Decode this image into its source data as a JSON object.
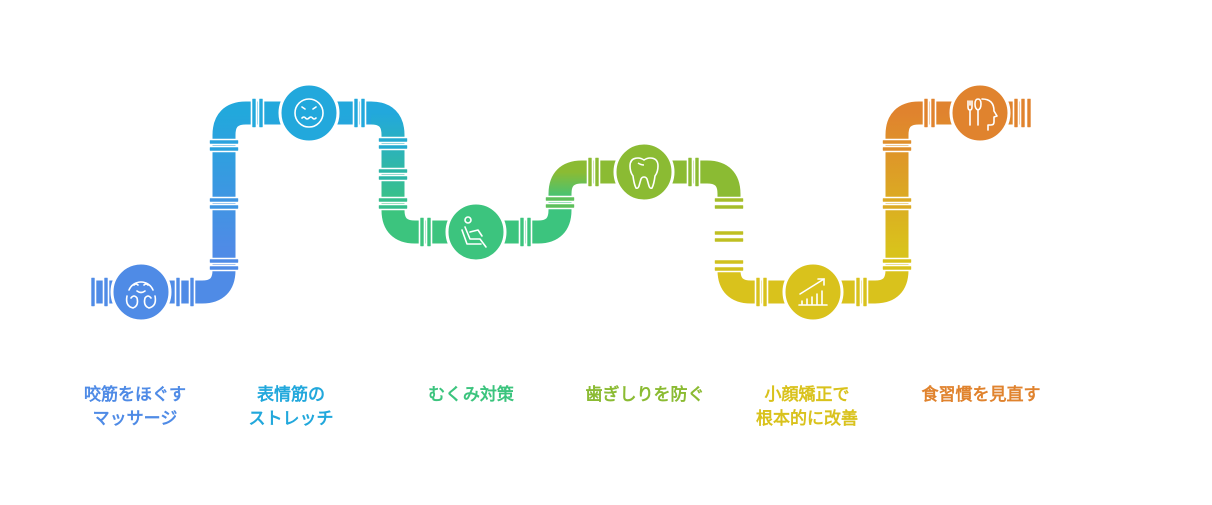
{
  "steps": [
    {
      "label": "咬筋をほぐす\nマッサージ",
      "icon": "smiling-face-hands-icon",
      "color": "#4f8be6"
    },
    {
      "label": "表情筋の\nストレッチ",
      "icon": "grimacing-face-icon",
      "color": "#22a8dc"
    },
    {
      "label": "むくみ対策",
      "icon": "reclining-person-icon",
      "color": "#3cc47e"
    },
    {
      "label": "歯ぎしりを防ぐ",
      "icon": "tooth-icon",
      "color": "#8bbb33"
    },
    {
      "label": "小顔矯正で\n根本的に改善",
      "icon": "rising-chart-icon",
      "color": "#d9c21c"
    },
    {
      "label": "食習慣を見直す",
      "icon": "head-utensils-icon",
      "color": "#e0832e"
    }
  ]
}
